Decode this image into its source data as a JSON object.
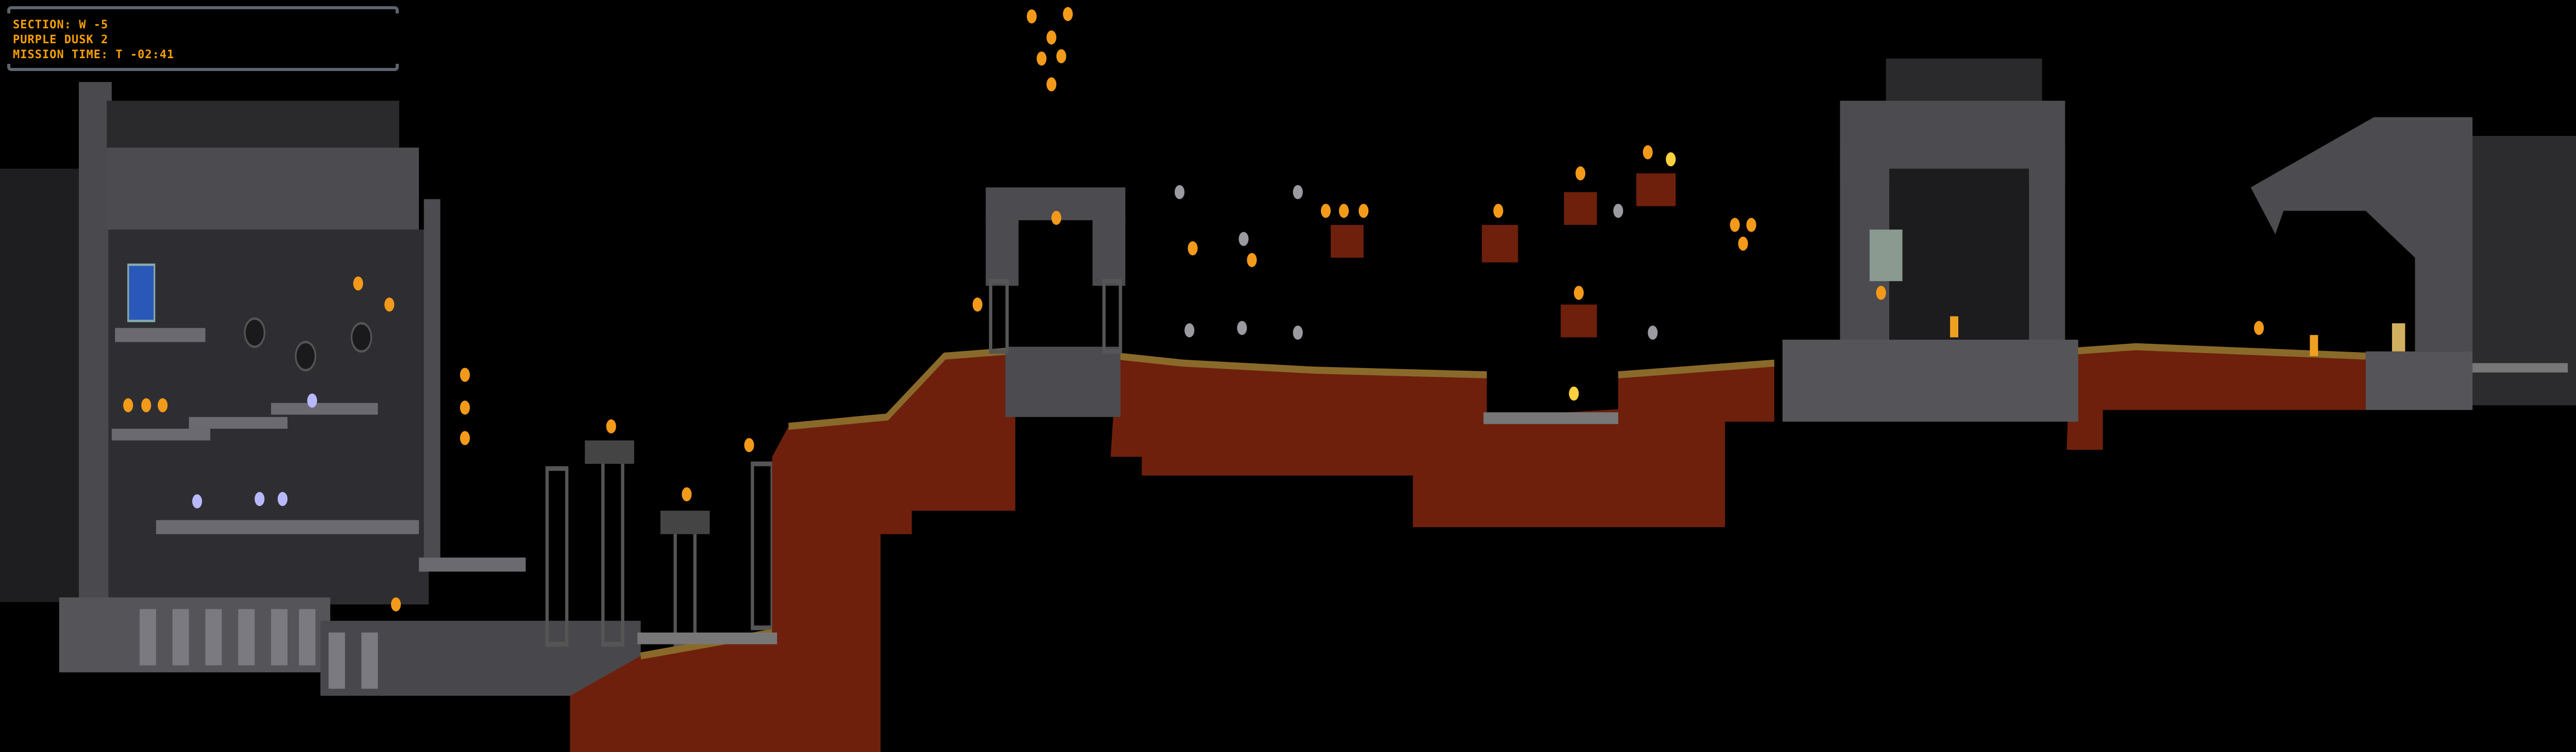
{
  "hud": {
    "section": "SECTION: W -5",
    "level_name": "PURPLE DUSK 2",
    "mission_time": "MISSION TIME:  T -02:41"
  },
  "colors": {
    "hud_text": "#f7a000",
    "dirt": "#6e200c",
    "grass": "#8a6a2a",
    "metal": "#3e3e42",
    "metal_light": "#5a5a60",
    "pickup": "#f39a1a"
  }
}
